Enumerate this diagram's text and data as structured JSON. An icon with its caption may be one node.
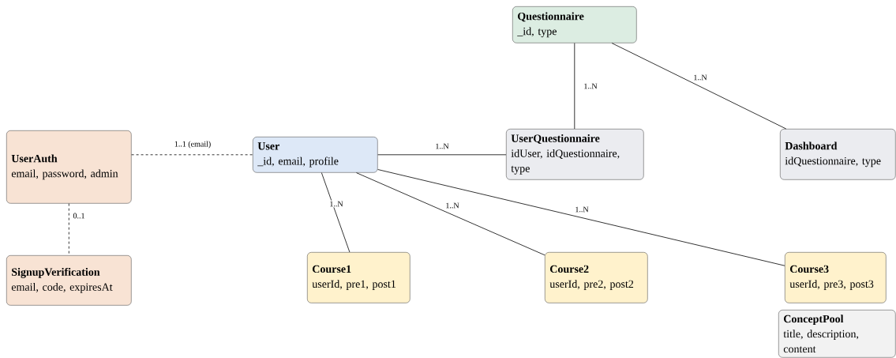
{
  "diagram": {
    "nodes": [
      {
        "text": [
          "Questionnaire",
          "_id, type"
        ]
      },
      {
        "text": [
          "UserAuth",
          "email, password, admin"
        ]
      },
      {
        "text": [
          "User",
          "_id, email, profile"
        ]
      },
      {
        "text": [
          "UserQuestionnaire",
          "idUser, idQuestionnaire, type"
        ]
      },
      {
        "text": [
          "Dashboard",
          "idQuestionnaire, type"
        ]
      },
      {
        "text": [
          "SignupVerification",
          "email, code, expiresAt"
        ]
      },
      {
        "text": [
          "Course1",
          "userId, pre1, post1"
        ]
      },
      {
        "text": [
          "Course2",
          "userId, pre2, post2"
        ]
      },
      {
        "text": [
          "Course3",
          "userId, pre3, post3"
        ]
      },
      {
        "text": [
          "ConceptPool",
          "title, description, content"
        ]
      }
    ],
    "edges": [
      {
        "from": 1,
        "to": 2,
        "arrow": "none",
        "label": "1..1 (email)",
        "style": "dashed"
      },
      {
        "from": 1,
        "to": 5,
        "arrow": "none",
        "label": "0..1",
        "style": "dashed"
      },
      {
        "from": 2,
        "to": 3,
        "arrow": "none",
        "label": "1..N"
      },
      {
        "from": 0,
        "to": 3,
        "arrow": "none",
        "label": "1..N"
      },
      {
        "from": 0,
        "to": 4,
        "arrow": "none",
        "label": "1..N"
      },
      {
        "from": 2,
        "to": 6,
        "arrow": "none",
        "label": "1..N"
      },
      {
        "from": 2,
        "to": 7,
        "arrow": "none",
        "label": "1..N"
      },
      {
        "from": 2,
        "to": 8,
        "arrow": "none",
        "label": "1..N"
      }
    ]
  }
}
